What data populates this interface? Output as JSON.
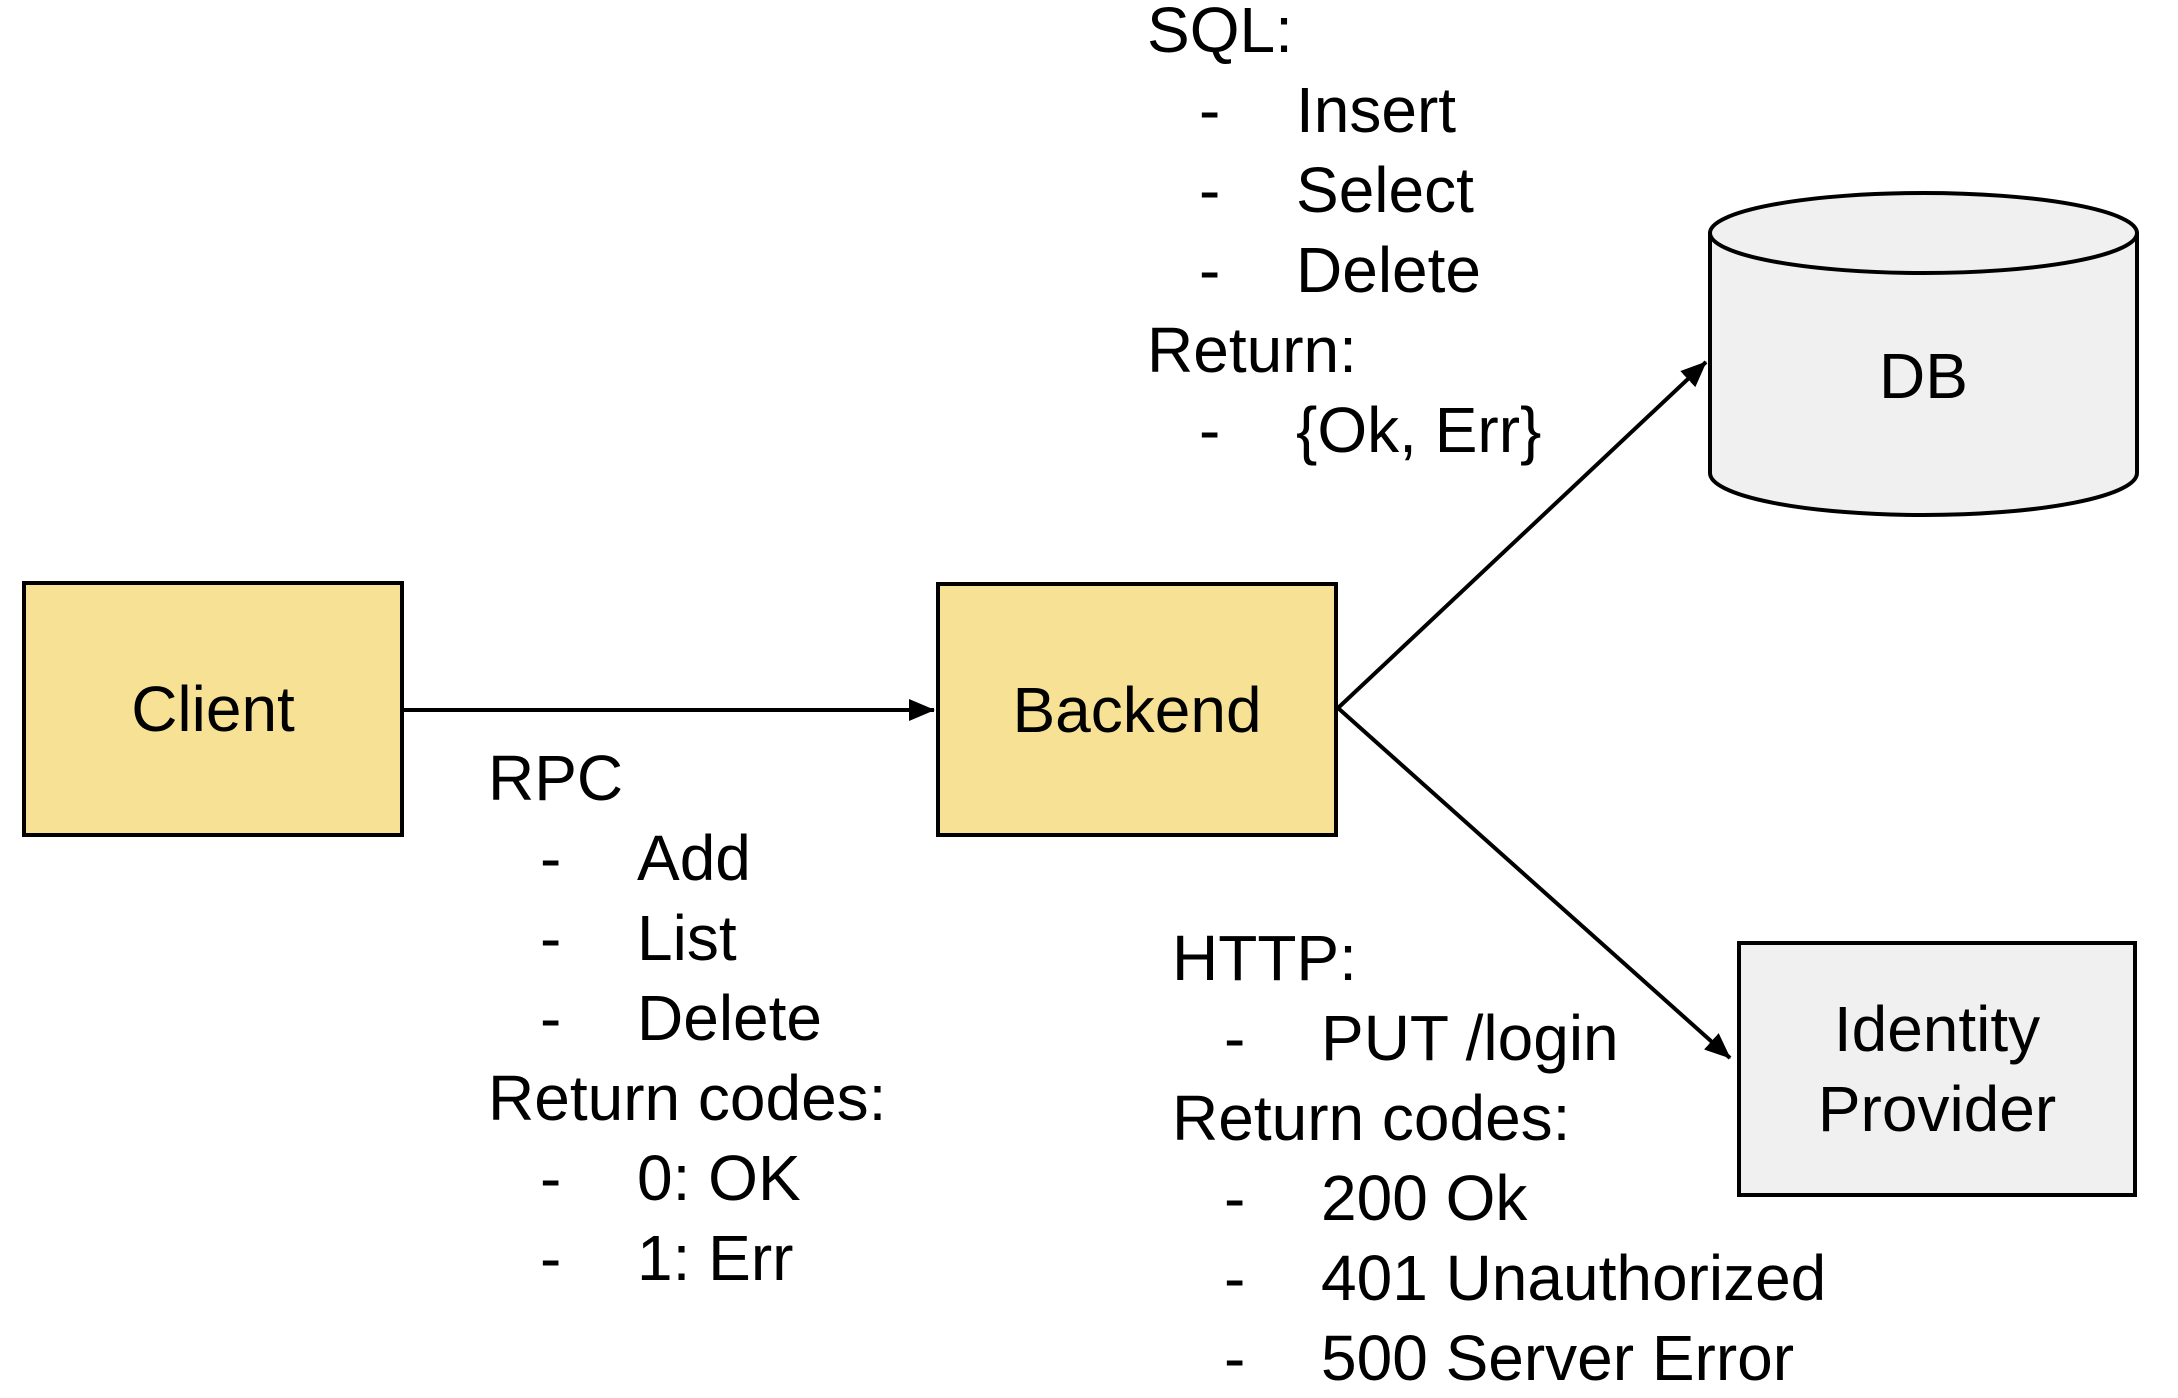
{
  "bullet": "-",
  "nodes": {
    "client": {
      "label": "Client"
    },
    "backend": {
      "label": "Backend"
    },
    "db": {
      "label": "DB"
    },
    "identity_provider": {
      "label": "Identity Provider"
    }
  },
  "annotations": {
    "rpc": {
      "title": "RPC",
      "items": [
        "Add",
        "List",
        "Delete"
      ],
      "return_title": "Return codes:",
      "return_items": [
        "0: OK",
        "1: Err"
      ]
    },
    "sql": {
      "title": "SQL:",
      "items": [
        "Insert",
        "Select",
        "Delete"
      ],
      "return_title": "Return:",
      "return_items": [
        "{Ok, Err}"
      ]
    },
    "http": {
      "title": "HTTP:",
      "items": [
        "PUT /login"
      ],
      "return_title": "Return codes:",
      "return_items": [
        "200 Ok",
        "401 Unauthorized",
        "500 Server Error"
      ]
    }
  },
  "colors": {
    "background": "#ffffff",
    "node_yellow": "#f6e195",
    "node_gray": "#f0f0f0",
    "stroke": "#000000"
  }
}
